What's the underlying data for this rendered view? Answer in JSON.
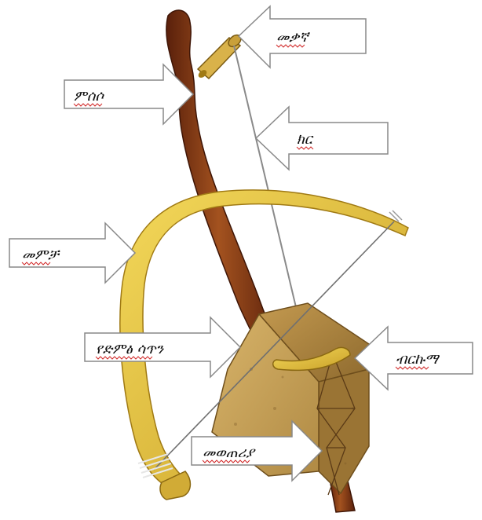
{
  "diagram": {
    "labels": {
      "mekagna": "መቃኛ",
      "misiso": "ምሰሶ",
      "kir": "ክር",
      "memecha": "መምቻ",
      "yedimts_satin": "የድምፅ ሳጥን",
      "birkuma": "ብርኩማ",
      "mewetheriya": "መወጠሪያ"
    }
  },
  "colors": {
    "wood_dark": "#6b2a10",
    "wood_mid": "#8e3f1a",
    "wood_light": "#b46a32",
    "bow_yellow": "#e4c23a",
    "bow_edge": "#a07a14",
    "box_tan": "#c9a45c",
    "box_dark": "#9a7434",
    "string": "#8a8a8a",
    "arrow_fill": "#ffffff",
    "arrow_stroke": "#888888",
    "squiggle": "#d22a2a"
  }
}
